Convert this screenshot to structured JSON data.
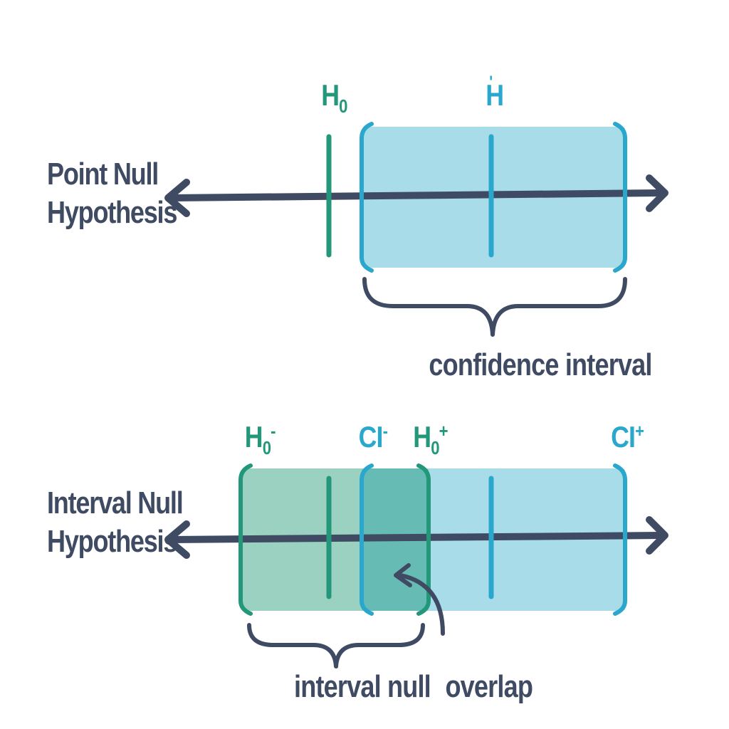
{
  "point_null": {
    "row_label_line1": "Point Null",
    "row_label_line2": "Hypothesis",
    "h0_label": "H",
    "h0_sub": "0",
    "h_label": "H",
    "h_mark": "'",
    "caption": "confidence interval"
  },
  "interval_null": {
    "row_label_line1": "Interval Null",
    "row_label_line2": "Hypothesis",
    "h0_minus_label": "H",
    "h0_minus_sub": "0",
    "h0_minus_sup": "-",
    "ci_minus_label": "CI",
    "ci_minus_sup": "-",
    "h0_plus_label": "H",
    "h0_plus_sub": "0",
    "h0_plus_sup": "+",
    "ci_plus_label": "CI",
    "ci_plus_sup": "+",
    "caption_interval_null": "interval null",
    "caption_overlap": "overlap"
  },
  "colors": {
    "axis": "#3f4b63",
    "green": "#22977a",
    "green_fill": "#9bd1c0",
    "blue": "#2aa7cc",
    "blue_fill": "#a8dce8",
    "overlap_fill": "#66bcb4"
  }
}
